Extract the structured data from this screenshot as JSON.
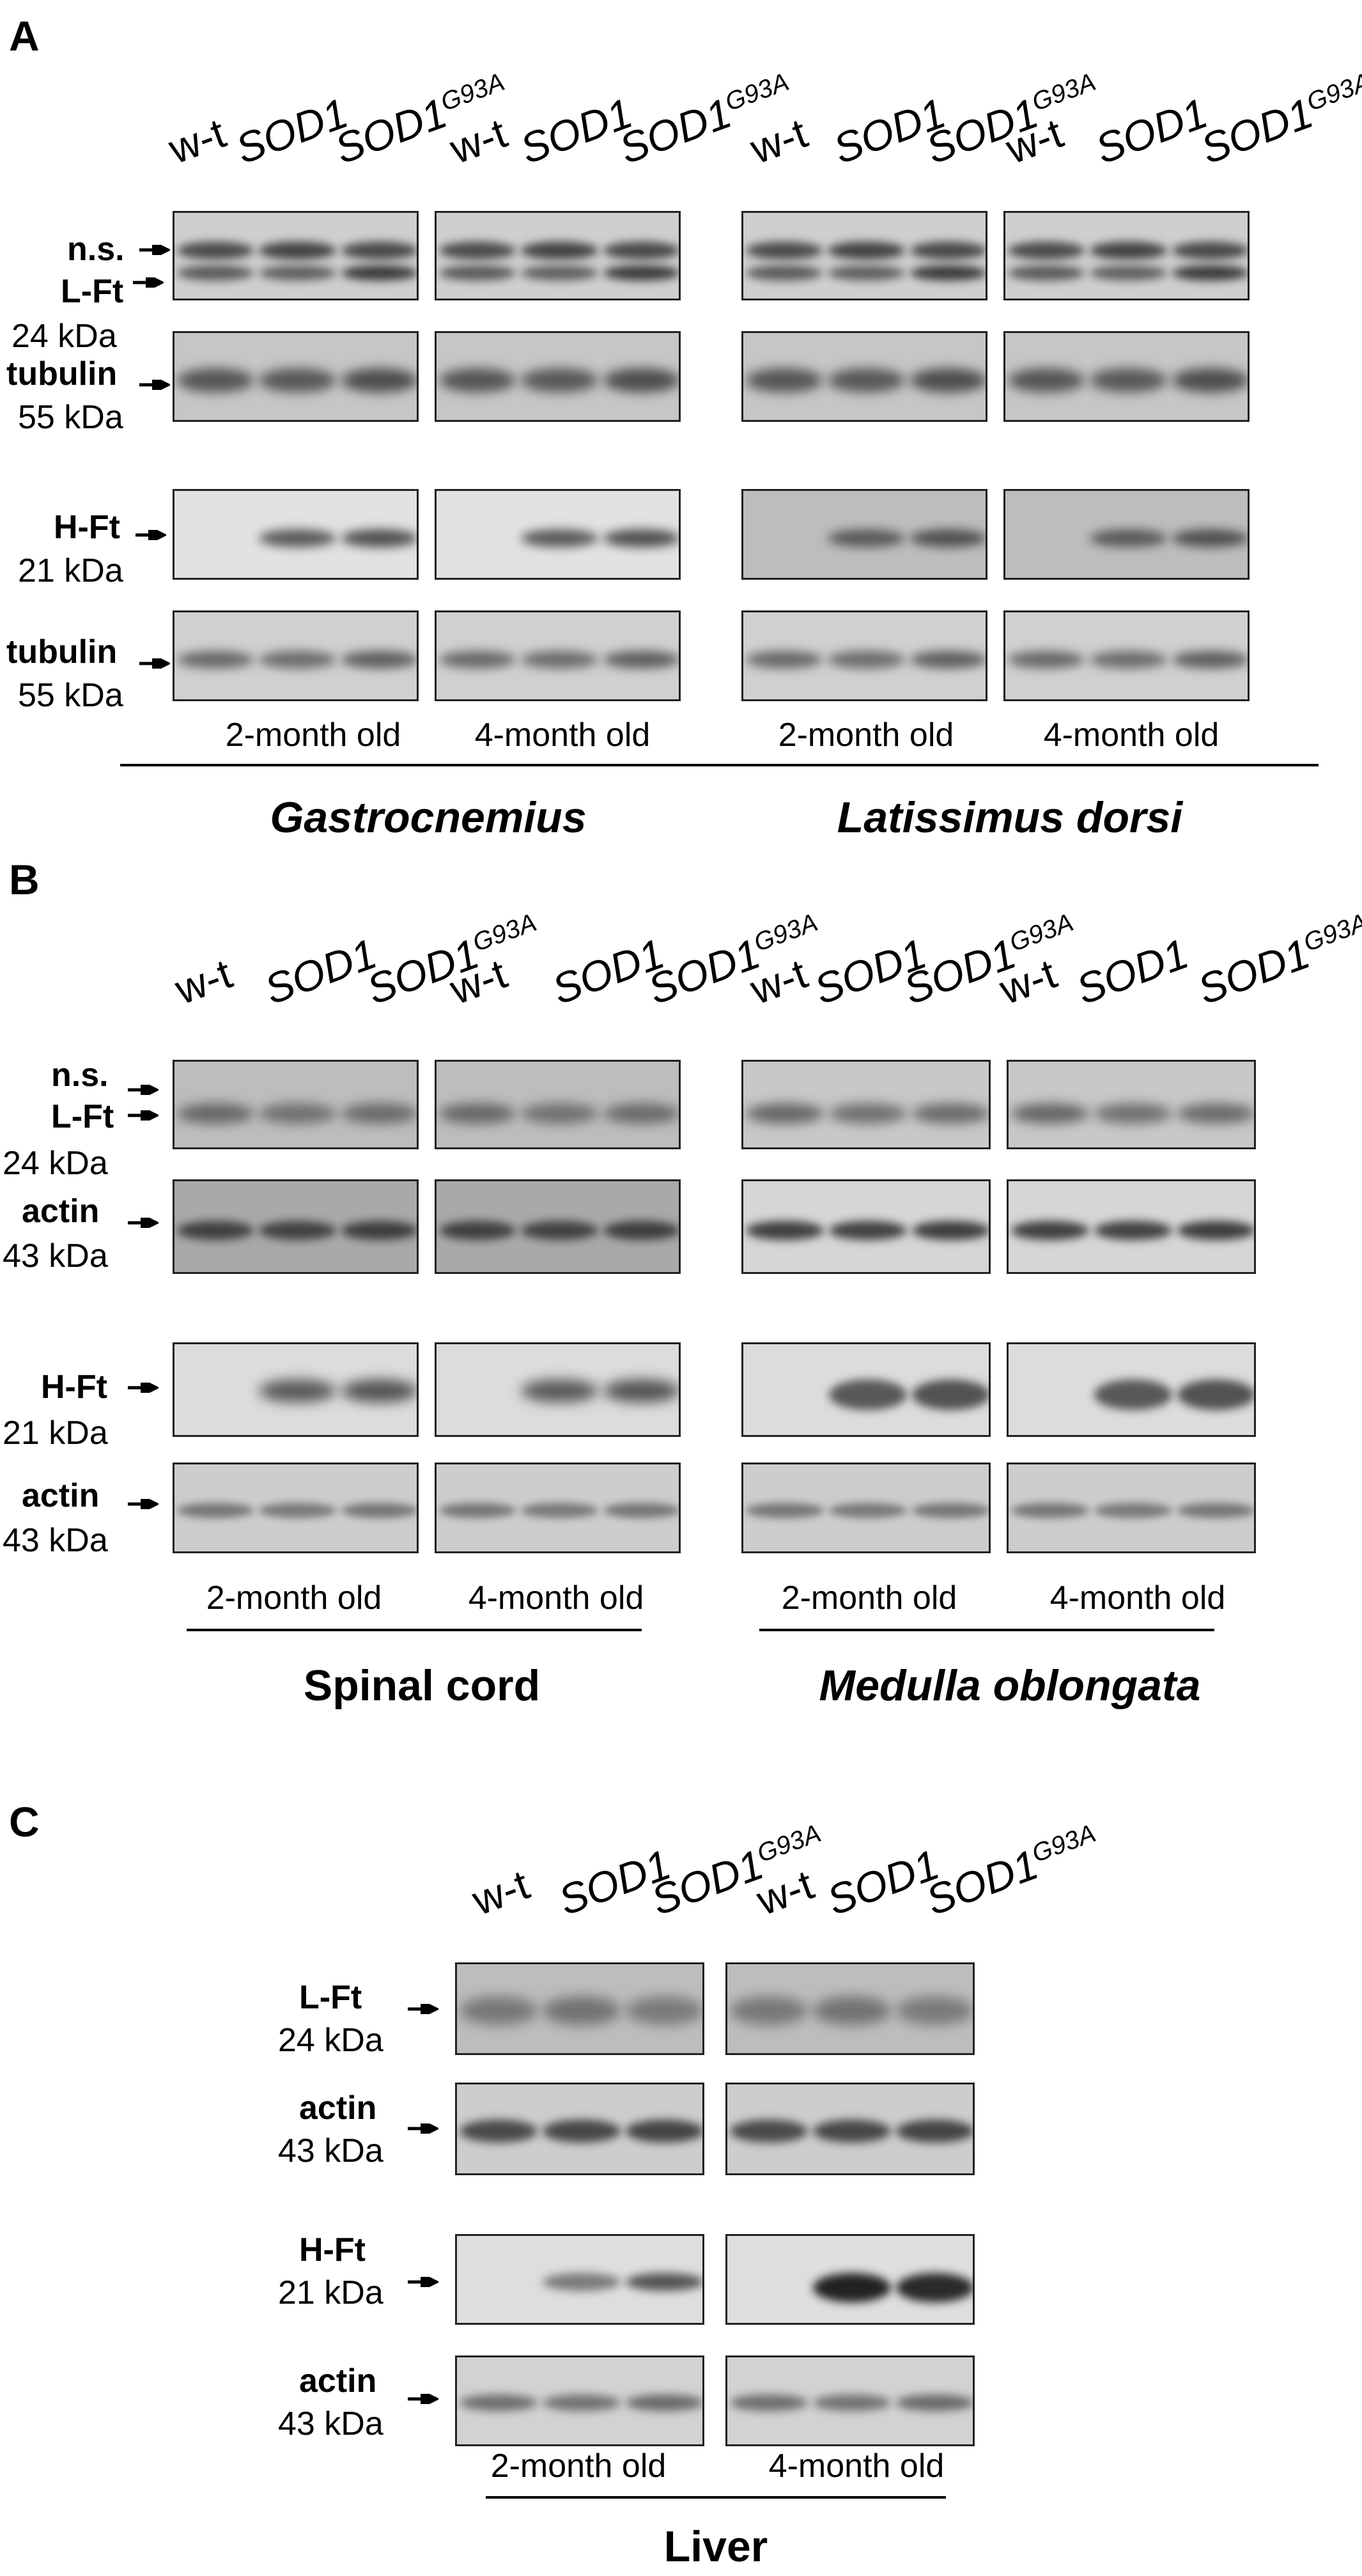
{
  "panels": {
    "a": {
      "letter": "A",
      "lanes": [
        "w-t",
        "SOD1",
        "SOD1"
      ],
      "sup": "G93A",
      "markers": {
        "ns": "n.s.",
        "lft": "L-Ft",
        "lft_kda": "24 kDa",
        "tubulin": "tubulin",
        "tubulin_kda": "55 kDa",
        "hft": "H-Ft",
        "hft_kda": "21 kDa"
      },
      "ages": [
        "2-month old",
        "4-month old",
        "2-month old",
        "4-month old"
      ],
      "tissues": [
        "Gastrocnemius",
        "Latissimus dorsi"
      ]
    },
    "b": {
      "letter": "B",
      "lanes": [
        "w-t",
        "SOD1",
        "SOD1"
      ],
      "sup": "G93A",
      "markers": {
        "ns": "n.s.",
        "lft": "L-Ft",
        "lft_kda": "24 kDa",
        "actin": "actin",
        "actin_kda": "43 kDa",
        "hft": "H-Ft",
        "hft_kda": "21 kDa"
      },
      "ages": [
        "2-month old",
        "4-month old",
        "2-month old",
        "4-month old"
      ],
      "tissues": [
        "Spinal cord",
        "Medulla oblongata"
      ]
    },
    "c": {
      "letter": "C",
      "lanes": [
        "w-t",
        "SOD1",
        "SOD1"
      ],
      "sup": "G93A",
      "markers": {
        "lft": "L-Ft",
        "lft_kda": "24 kDa",
        "actin": "actin",
        "actin_kda": "43 kDa",
        "hft": "H-Ft",
        "hft_kda": "21 kDa"
      },
      "ages": [
        "2-month old",
        "4-month old"
      ],
      "tissues": [
        "Liver"
      ]
    }
  }
}
